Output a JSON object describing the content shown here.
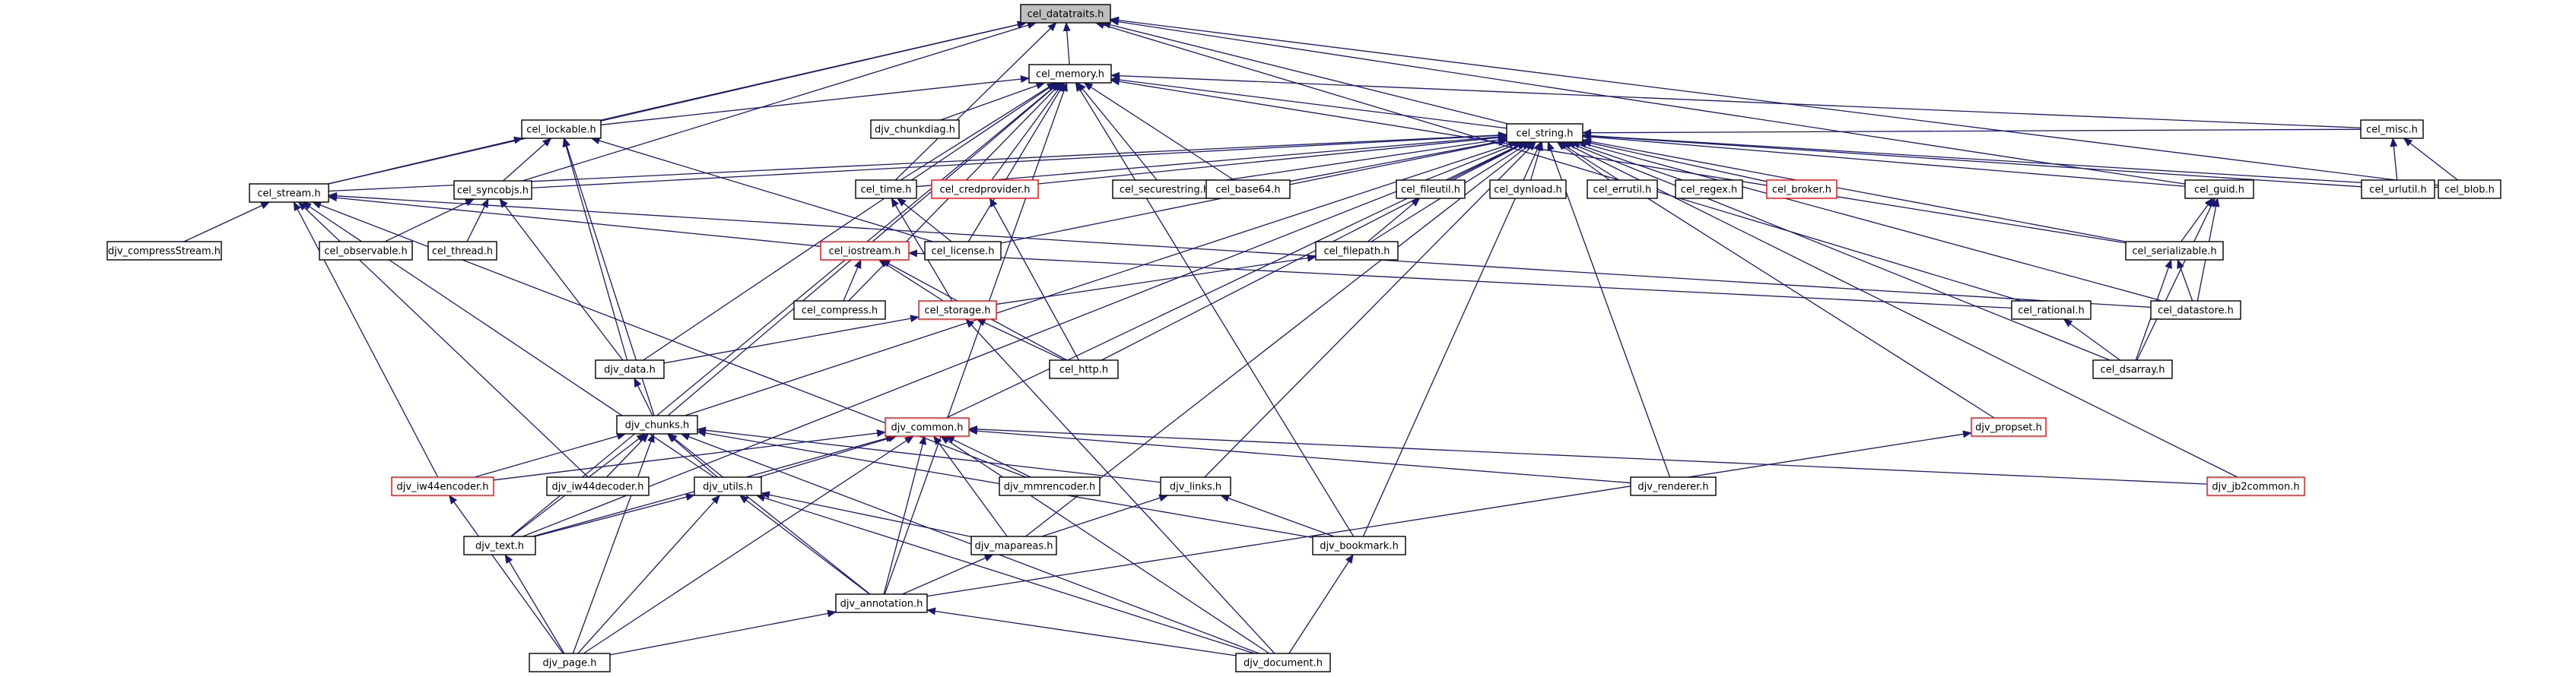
{
  "diagram": {
    "nodes": [
      {
        "id": "datatraits",
        "label": "cel_datatraits.h",
        "root": true
      },
      {
        "id": "memory",
        "label": "cel_memory.h"
      },
      {
        "id": "lockable",
        "label": "cel_lockable.h"
      },
      {
        "id": "chunkdiag",
        "label": "djv_chunkdiag.h"
      },
      {
        "id": "string",
        "label": "cel_string.h"
      },
      {
        "id": "misc",
        "label": "cel_misc.h"
      },
      {
        "id": "stream",
        "label": "cel_stream.h"
      },
      {
        "id": "syncobjs",
        "label": "cel_syncobjs.h"
      },
      {
        "id": "time",
        "label": "cel_time.h"
      },
      {
        "id": "credprovider",
        "label": "cel_credprovider.h",
        "red": true
      },
      {
        "id": "securestring",
        "label": "cel_securestring.h"
      },
      {
        "id": "base64",
        "label": "cel_base64.h"
      },
      {
        "id": "fileutil",
        "label": "cel_fileutil.h"
      },
      {
        "id": "dynload",
        "label": "cel_dynload.h"
      },
      {
        "id": "errutil",
        "label": "cel_errutil.h"
      },
      {
        "id": "regex",
        "label": "cel_regex.h"
      },
      {
        "id": "broker",
        "label": "cel_broker.h",
        "red": true
      },
      {
        "id": "guid",
        "label": "cel_guid.h"
      },
      {
        "id": "urlutil",
        "label": "cel_urlutil.h"
      },
      {
        "id": "blob",
        "label": "cel_blob.h"
      },
      {
        "id": "compressstream",
        "label": "djv_compressStream.h"
      },
      {
        "id": "observable",
        "label": "cel_observable.h"
      },
      {
        "id": "thread",
        "label": "cel_thread.h"
      },
      {
        "id": "iostream",
        "label": "cel_iostream.h",
        "red": true
      },
      {
        "id": "license",
        "label": "cel_license.h"
      },
      {
        "id": "filepath",
        "label": "cel_filepath.h"
      },
      {
        "id": "serializable",
        "label": "cel_serializable.h"
      },
      {
        "id": "compress",
        "label": "cel_compress.h"
      },
      {
        "id": "storage",
        "label": "cel_storage.h",
        "red": true
      },
      {
        "id": "rational",
        "label": "cel_rational.h"
      },
      {
        "id": "datastore",
        "label": "cel_datastore.h"
      },
      {
        "id": "data",
        "label": "djv_data.h"
      },
      {
        "id": "http",
        "label": "cel_http.h"
      },
      {
        "id": "dsarray",
        "label": "cel_dsarray.h"
      },
      {
        "id": "chunks",
        "label": "djv_chunks.h"
      },
      {
        "id": "common",
        "label": "djv_common.h",
        "red": true
      },
      {
        "id": "propset",
        "label": "djv_propset.h",
        "red": true
      },
      {
        "id": "iw44encoder",
        "label": "djv_iw44encoder.h",
        "red": true
      },
      {
        "id": "iw44decoder",
        "label": "djv_iw44decoder.h"
      },
      {
        "id": "utils",
        "label": "djv_utils.h"
      },
      {
        "id": "mmrencoder",
        "label": "djv_mmrencoder.h"
      },
      {
        "id": "links",
        "label": "djv_links.h"
      },
      {
        "id": "renderer",
        "label": "djv_renderer.h"
      },
      {
        "id": "jb2common",
        "label": "djv_jb2common.h",
        "red": true
      },
      {
        "id": "text",
        "label": "djv_text.h"
      },
      {
        "id": "mapareas",
        "label": "djv_mapareas.h"
      },
      {
        "id": "bookmark",
        "label": "djv_bookmark.h"
      },
      {
        "id": "annotation",
        "label": "djv_annotation.h"
      },
      {
        "id": "page",
        "label": "djv_page.h"
      },
      {
        "id": "document",
        "label": "djv_document.h"
      }
    ],
    "edges": [
      [
        "memory",
        "datatraits"
      ],
      [
        "lockable",
        "datatraits"
      ],
      [
        "string",
        "datatraits"
      ],
      [
        "stream",
        "datatraits"
      ],
      [
        "syncobjs",
        "datatraits"
      ],
      [
        "time",
        "datatraits"
      ],
      [
        "guid",
        "datatraits"
      ],
      [
        "blob",
        "datatraits"
      ],
      [
        "rational",
        "datatraits"
      ],
      [
        "lockable",
        "memory"
      ],
      [
        "chunkdiag",
        "memory"
      ],
      [
        "string",
        "memory"
      ],
      [
        "time",
        "memory"
      ],
      [
        "credprovider",
        "memory"
      ],
      [
        "securestring",
        "memory"
      ],
      [
        "base64",
        "memory"
      ],
      [
        "serializable",
        "memory"
      ],
      [
        "misc",
        "memory"
      ],
      [
        "bookmark",
        "memory"
      ],
      [
        "data",
        "memory"
      ],
      [
        "chunks",
        "memory"
      ],
      [
        "annotation",
        "memory"
      ],
      [
        "compress",
        "memory"
      ],
      [
        "license",
        "memory"
      ],
      [
        "text",
        "memory"
      ],
      [
        "stream",
        "lockable"
      ],
      [
        "syncobjs",
        "lockable"
      ],
      [
        "license",
        "lockable"
      ],
      [
        "data",
        "lockable"
      ],
      [
        "chunks",
        "lockable"
      ],
      [
        "misc",
        "string"
      ],
      [
        "stream",
        "string"
      ],
      [
        "syncobjs",
        "string"
      ],
      [
        "time",
        "string"
      ],
      [
        "credprovider",
        "string"
      ],
      [
        "securestring",
        "string"
      ],
      [
        "base64",
        "string"
      ],
      [
        "fileutil",
        "string"
      ],
      [
        "dynload",
        "string"
      ],
      [
        "errutil",
        "string"
      ],
      [
        "regex",
        "string"
      ],
      [
        "broker",
        "string"
      ],
      [
        "guid",
        "string"
      ],
      [
        "urlutil",
        "string"
      ],
      [
        "blob",
        "string"
      ],
      [
        "serializable",
        "string"
      ],
      [
        "license",
        "string"
      ],
      [
        "filepath",
        "string"
      ],
      [
        "http",
        "string"
      ],
      [
        "datastore",
        "string"
      ],
      [
        "dsarray",
        "string"
      ],
      [
        "propset",
        "string"
      ],
      [
        "common",
        "string"
      ],
      [
        "links",
        "string"
      ],
      [
        "renderer",
        "string"
      ],
      [
        "chunks",
        "string"
      ],
      [
        "text",
        "string"
      ],
      [
        "mapareas",
        "string"
      ],
      [
        "bookmark",
        "string"
      ],
      [
        "jb2common",
        "string"
      ],
      [
        "urlutil",
        "misc"
      ],
      [
        "blob",
        "misc"
      ],
      [
        "compressstream",
        "stream"
      ],
      [
        "iostream",
        "stream"
      ],
      [
        "datastore",
        "stream"
      ],
      [
        "mmrencoder",
        "stream"
      ],
      [
        "iw44encoder",
        "stream"
      ],
      [
        "iw44decoder",
        "stream"
      ],
      [
        "utils",
        "stream"
      ],
      [
        "observable",
        "syncobjs"
      ],
      [
        "thread",
        "syncobjs"
      ],
      [
        "data",
        "syncobjs"
      ],
      [
        "license",
        "time"
      ],
      [
        "storage",
        "time"
      ],
      [
        "http",
        "credprovider"
      ],
      [
        "filepath",
        "fileutil"
      ],
      [
        "storage",
        "filepath"
      ],
      [
        "compress",
        "iostream"
      ],
      [
        "storage",
        "iostream"
      ],
      [
        "rational",
        "iostream"
      ],
      [
        "http",
        "iostream"
      ],
      [
        "data",
        "storage"
      ],
      [
        "http",
        "storage"
      ],
      [
        "document",
        "storage"
      ],
      [
        "serializable",
        "guid"
      ],
      [
        "datastore",
        "guid"
      ],
      [
        "dsarray",
        "guid"
      ],
      [
        "datastore",
        "serializable"
      ],
      [
        "dsarray",
        "serializable"
      ],
      [
        "dsarray",
        "rational"
      ],
      [
        "chunks",
        "data"
      ],
      [
        "iw44encoder",
        "chunks"
      ],
      [
        "iw44decoder",
        "chunks"
      ],
      [
        "utils",
        "chunks"
      ],
      [
        "links",
        "chunks"
      ],
      [
        "text",
        "chunks"
      ],
      [
        "bookmark",
        "chunks"
      ],
      [
        "annotation",
        "chunks"
      ],
      [
        "page",
        "chunks"
      ],
      [
        "document",
        "chunks"
      ],
      [
        "iw44encoder",
        "common"
      ],
      [
        "utils",
        "common"
      ],
      [
        "mmrencoder",
        "common"
      ],
      [
        "renderer",
        "common"
      ],
      [
        "jb2common",
        "common"
      ],
      [
        "text",
        "common"
      ],
      [
        "mapareas",
        "common"
      ],
      [
        "annotation",
        "common"
      ],
      [
        "page",
        "common"
      ],
      [
        "document",
        "common"
      ],
      [
        "annotation",
        "propset"
      ],
      [
        "page",
        "iw44encoder"
      ],
      [
        "text",
        "utils"
      ],
      [
        "mapareas",
        "utils"
      ],
      [
        "annotation",
        "utils"
      ],
      [
        "page",
        "utils"
      ],
      [
        "document",
        "utils"
      ],
      [
        "mapareas",
        "links"
      ],
      [
        "bookmark",
        "links"
      ],
      [
        "page",
        "text"
      ],
      [
        "annotation",
        "mapareas"
      ],
      [
        "document",
        "bookmark"
      ],
      [
        "page",
        "annotation"
      ],
      [
        "document",
        "annotation"
      ]
    ]
  }
}
